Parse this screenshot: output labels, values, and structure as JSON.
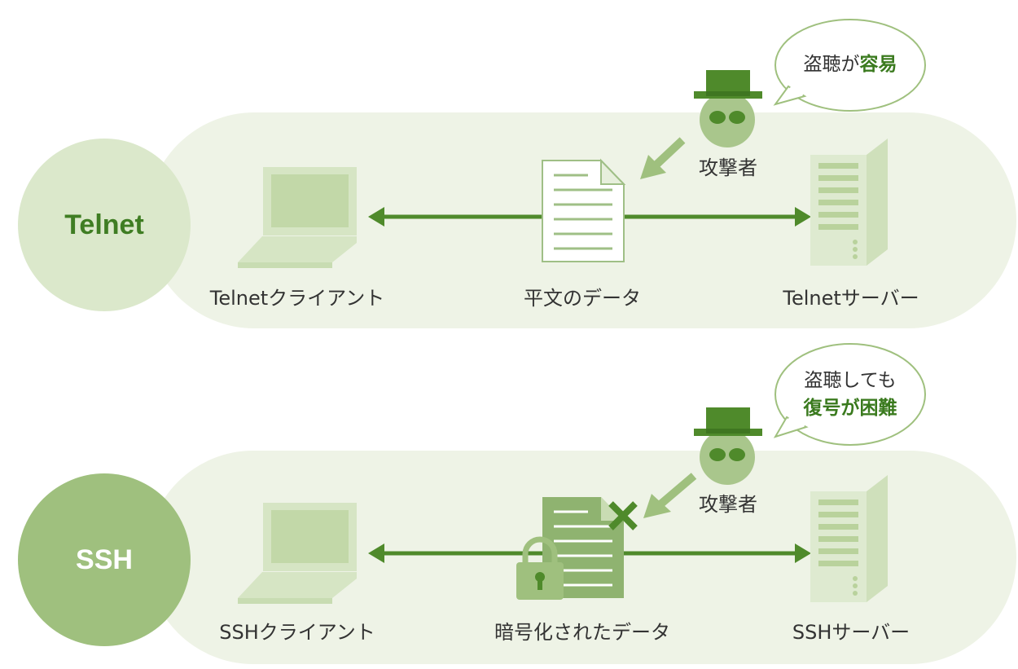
{
  "sections": [
    {
      "protocol": "Telnet",
      "client_label": "Telnetクライアント",
      "data_label": "平文のデータ",
      "server_label": "Telnetサーバー",
      "attacker_label": "攻撃者",
      "bubble_line1_plain": "盗聴が",
      "bubble_line1_bold": "容易",
      "bubble_line2_bold": ""
    },
    {
      "protocol": "SSH",
      "client_label": "SSHクライアント",
      "data_label": "暗号化されたデータ",
      "server_label": "SSHサーバー",
      "attacker_label": "攻撃者",
      "bubble_line1_plain": "盗聴しても",
      "bubble_line1_bold": "",
      "bubble_line2_bold": "復号が困難"
    }
  ],
  "colors": {
    "band": "#eef3e6",
    "accent": "#4f8a2b",
    "light_green": "#c9dcb3",
    "mid_green": "#9fc07e",
    "text_green": "#3a7a1e"
  }
}
